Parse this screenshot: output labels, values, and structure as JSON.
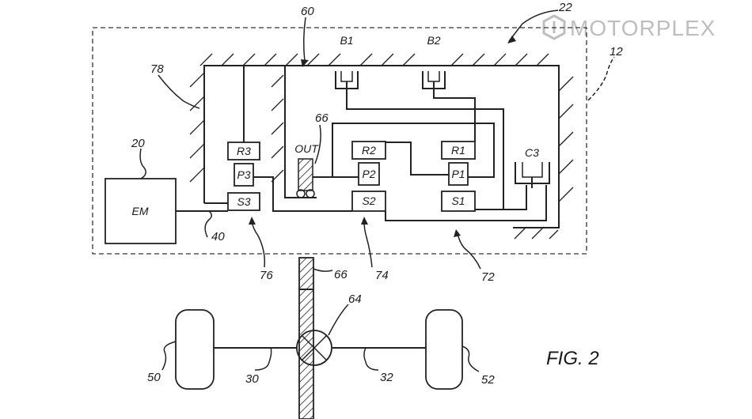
{
  "brand": {
    "name": "MOTORPLEX"
  },
  "figure": {
    "caption": "FIG. 2"
  },
  "blocks": {
    "em": "EM",
    "r3": "R3",
    "p3": "P3",
    "s3": "S3",
    "r2": "R2",
    "p2": "P2",
    "s2": "S2",
    "r1": "R1",
    "p1": "P1",
    "s1": "S1",
    "out": "OUT",
    "b1": "B1",
    "b2": "B2",
    "c3": "C3"
  },
  "refs": {
    "r22": "22",
    "r12": "12",
    "r60": "60",
    "r78": "78",
    "r66a": "66",
    "r20": "20",
    "r40": "40",
    "r76": "76",
    "r74": "74",
    "r72": "72",
    "r66b": "66",
    "r64": "64",
    "r50": "50",
    "r30": "30",
    "r32": "32",
    "r52": "52"
  }
}
